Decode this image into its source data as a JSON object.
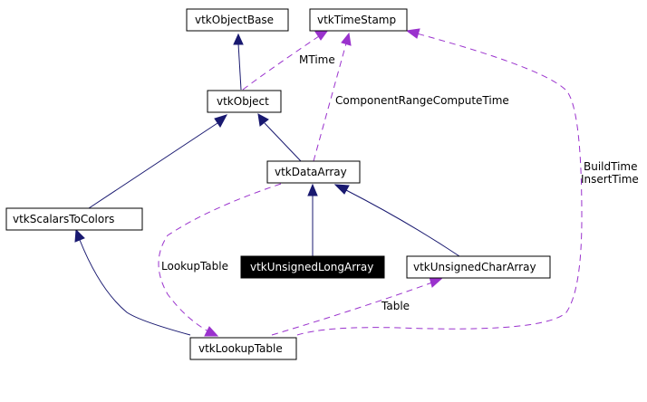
{
  "nodes": {
    "object_base": "vtkObjectBase",
    "time_stamp": "vtkTimeStamp",
    "object": "vtkObject",
    "data_array": "vtkDataArray",
    "scalars_to_colors": "vtkScalarsToColors",
    "unsigned_long_array": "vtkUnsignedLongArray",
    "unsigned_char_array": "vtkUnsignedCharArray",
    "lookup_table": "vtkLookupTable"
  },
  "edge_labels": {
    "mtime": "MTime",
    "component_range": "ComponentRangeComputeTime",
    "build_time": "BuildTime",
    "insert_time": "InsertTime",
    "lookup_table": "LookupTable",
    "table": "Table"
  },
  "colors": {
    "inheritance_edge": "#191970",
    "usage_edge": "#9a32cd",
    "current_node_fill": "#000000"
  }
}
